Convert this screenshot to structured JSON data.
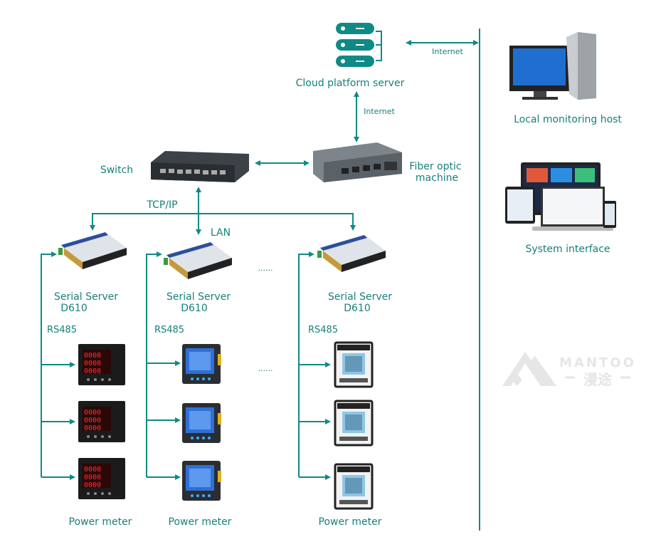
{
  "colors": {
    "accent": "#0f8a85",
    "watermark": "#e6e6e6"
  },
  "cloud": {
    "label": "Cloud platform server",
    "icon": "server-stack-icon"
  },
  "links": {
    "internet_top": "Internet",
    "internet_mid": "Internet",
    "tcpip": "TCP/IP",
    "lan": "LAN"
  },
  "fiber": {
    "line1": "Fiber optic",
    "line2": "machine"
  },
  "switch": {
    "label": "Switch"
  },
  "serial_servers": [
    {
      "name": "Serial Server",
      "model": "D610",
      "bus": "RS485",
      "meter_label": "Power meter"
    },
    {
      "name": "Serial Server",
      "model": "D610",
      "bus": "RS485",
      "meter_label": "Power meter"
    },
    {
      "name": "Serial Server",
      "model": "D610",
      "bus": "RS485",
      "meter_label": "Power meter"
    }
  ],
  "ellipsis": "......",
  "right": {
    "host_label": "Local monitoring host",
    "interface_label": "System interface"
  },
  "watermark": {
    "brand": "MANTOO",
    "cn": "漫途"
  }
}
